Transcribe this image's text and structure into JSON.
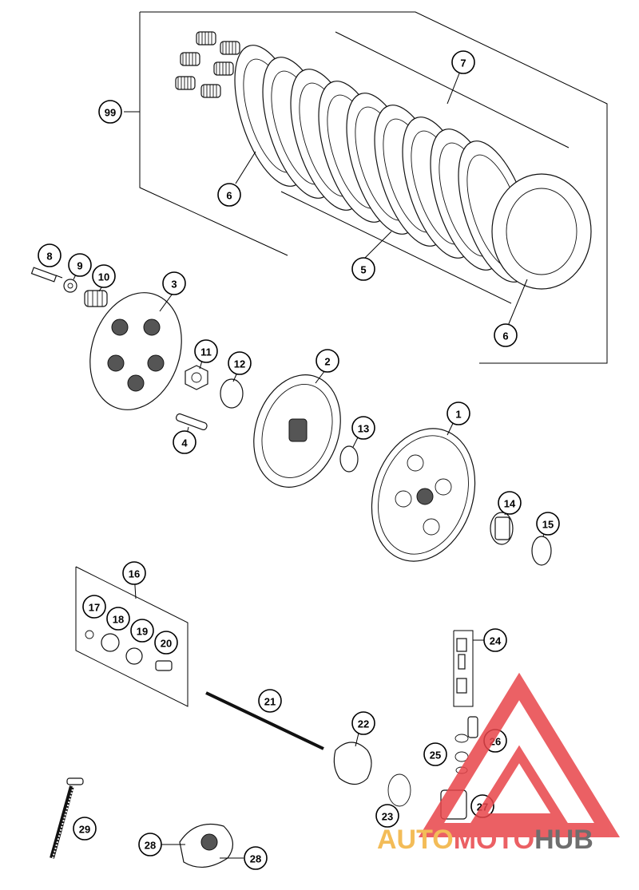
{
  "callouts": [
    {
      "id": "c-99",
      "label": "99"
    },
    {
      "id": "c-7",
      "label": "7"
    },
    {
      "id": "c-6a",
      "label": "6"
    },
    {
      "id": "c-5",
      "label": "5"
    },
    {
      "id": "c-6b",
      "label": "6"
    },
    {
      "id": "c-8",
      "label": "8"
    },
    {
      "id": "c-9",
      "label": "9"
    },
    {
      "id": "c-10",
      "label": "10"
    },
    {
      "id": "c-3",
      "label": "3"
    },
    {
      "id": "c-11",
      "label": "11"
    },
    {
      "id": "c-12",
      "label": "12"
    },
    {
      "id": "c-2",
      "label": "2"
    },
    {
      "id": "c-4",
      "label": "4"
    },
    {
      "id": "c-13",
      "label": "13"
    },
    {
      "id": "c-1",
      "label": "1"
    },
    {
      "id": "c-14",
      "label": "14"
    },
    {
      "id": "c-15",
      "label": "15"
    },
    {
      "id": "c-16",
      "label": "16"
    },
    {
      "id": "c-17",
      "label": "17"
    },
    {
      "id": "c-18",
      "label": "18"
    },
    {
      "id": "c-19",
      "label": "19"
    },
    {
      "id": "c-20",
      "label": "20"
    },
    {
      "id": "c-24",
      "label": "24"
    },
    {
      "id": "c-21",
      "label": "21"
    },
    {
      "id": "c-22",
      "label": "22"
    },
    {
      "id": "c-26",
      "label": "26"
    },
    {
      "id": "c-25",
      "label": "25"
    },
    {
      "id": "c-27",
      "label": "27"
    },
    {
      "id": "c-23",
      "label": "23"
    },
    {
      "id": "c-29",
      "label": "29"
    },
    {
      "id": "c-28a",
      "label": "28"
    },
    {
      "id": "c-28b",
      "label": "28"
    }
  ],
  "watermark": {
    "part1": "AUTO",
    "part2": "MOTO",
    "part3": "HUB",
    "color_primary": "#e8454a",
    "color_secondary": "#f2b13c",
    "color_tertiary": "#555555"
  }
}
